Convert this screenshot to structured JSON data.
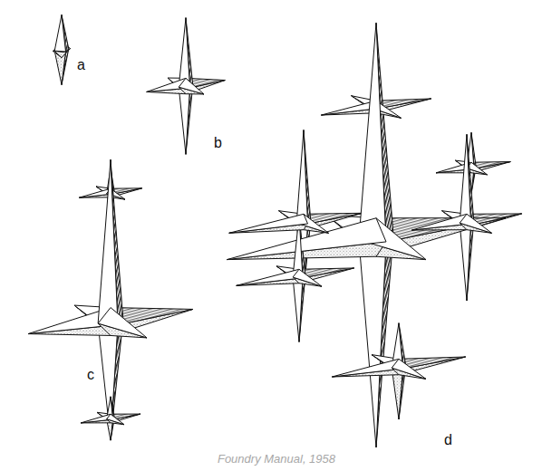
{
  "diagram": {
    "caption": "Foundry Manual, 1958",
    "labels": [
      "a",
      "b",
      "c",
      "d"
    ]
  }
}
